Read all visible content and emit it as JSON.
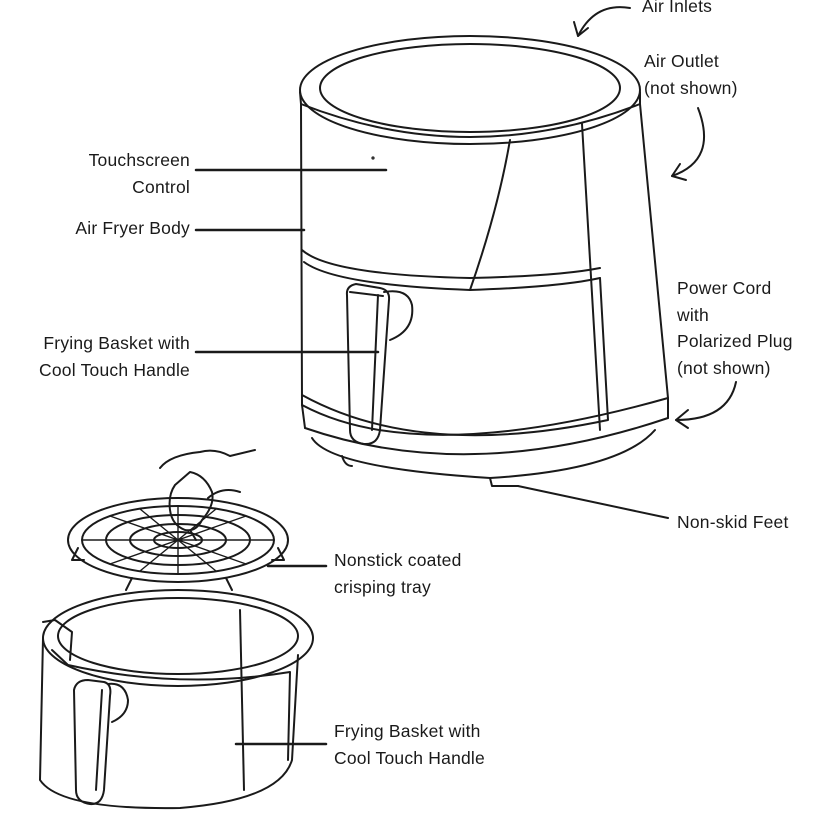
{
  "labels": {
    "air_inlets": "Air Inlets",
    "air_outlet": [
      "Air Outlet",
      "(not shown)"
    ],
    "touchscreen": [
      "Touchscreen",
      "Control"
    ],
    "body": "Air Fryer Body",
    "basket_top": [
      "Frying Basket with",
      "Cool Touch Handle"
    ],
    "power_cord": [
      "Power Cord",
      "with",
      "Polarized Plug",
      "(not shown)"
    ],
    "feet": "Non-skid Feet",
    "tray": [
      "Nonstick coated",
      "crisping tray"
    ],
    "basket_bottom": [
      "Frying Basket with",
      "Cool Touch Handle"
    ]
  },
  "colors": {
    "ink": "#1a1a1a",
    "background": "#ffffff"
  }
}
